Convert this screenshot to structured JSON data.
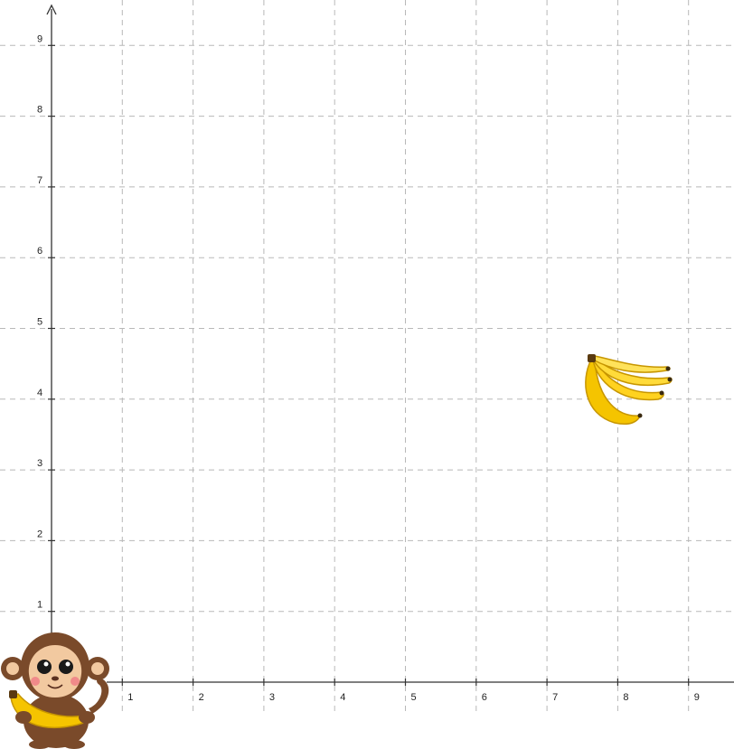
{
  "axes": {
    "x_ticks": [
      "1",
      "2",
      "3",
      "4",
      "5",
      "6",
      "7",
      "8",
      "9"
    ],
    "y_ticks": [
      "1",
      "2",
      "3",
      "4",
      "5",
      "6",
      "7",
      "8",
      "9"
    ],
    "x_range": [
      0,
      9.5
    ],
    "y_range": [
      0,
      9.5
    ],
    "grid": true,
    "grid_style": "dashed"
  },
  "pictures": {
    "monkey": {
      "icon": "monkey-holding-banana-icon",
      "at": [
        0,
        0
      ]
    },
    "bananas": {
      "icon": "banana-bunch-icon",
      "at": [
        8,
        4
      ]
    }
  },
  "colors": {
    "axis": "#333333",
    "grid": "#b8b8b8",
    "banana": "#f5c400",
    "monkey_fur": "#7a4a2a",
    "monkey_face": "#f2c9a0"
  }
}
